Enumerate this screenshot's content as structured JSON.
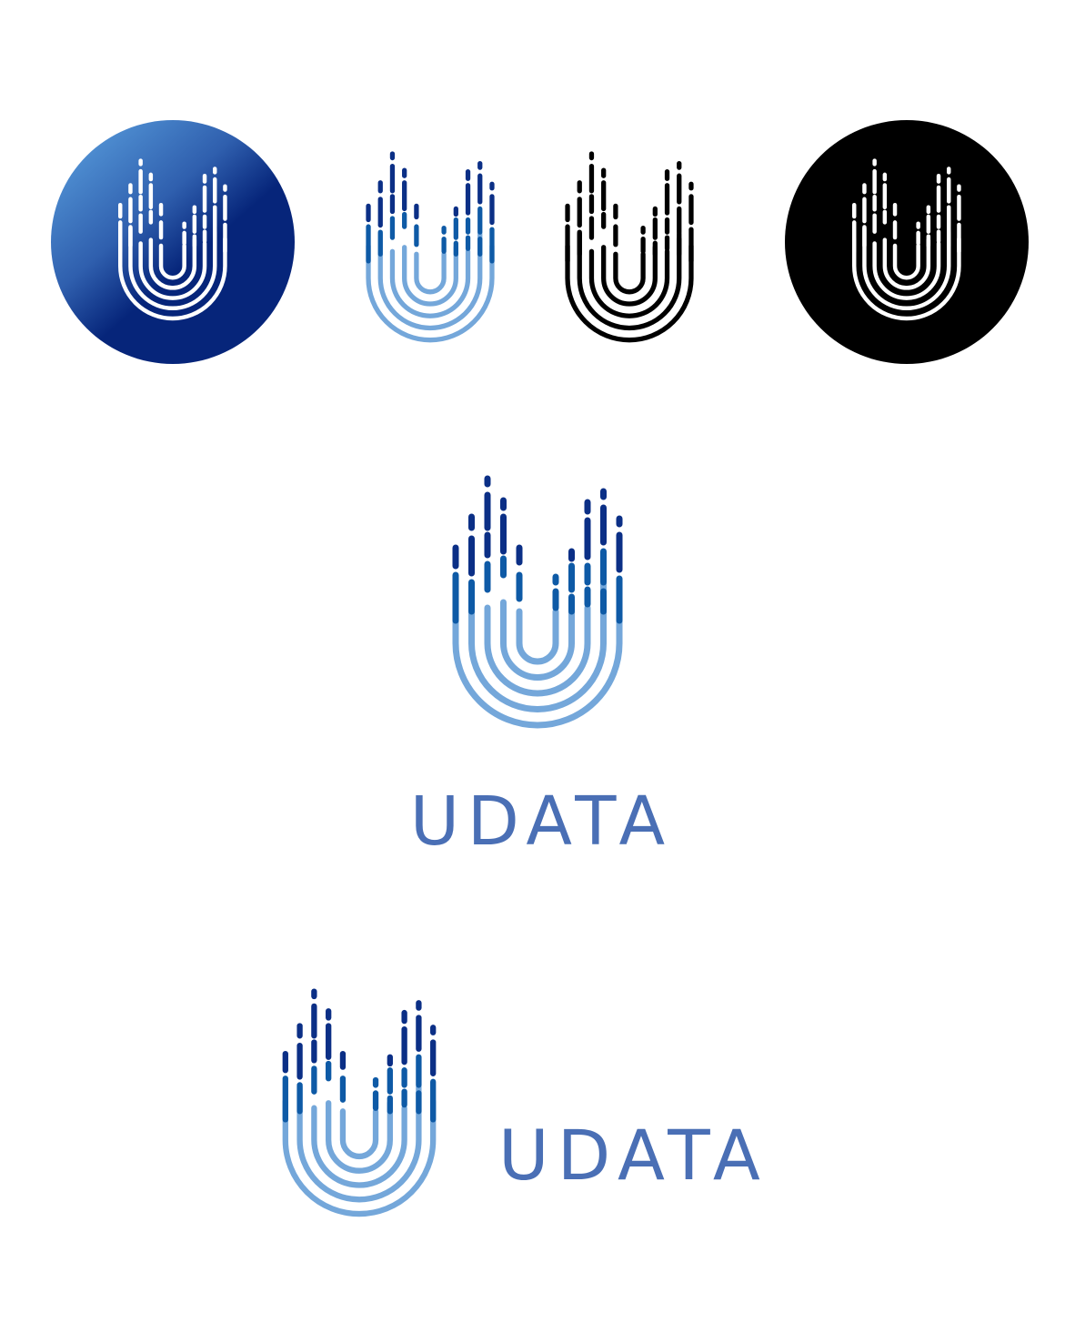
{
  "brand": {
    "wordmark": "UDATA"
  },
  "colors": {
    "background": "#ffffff",
    "tick_dark": "#0b2f86",
    "tick_mid": "#0e5aa6",
    "arc_light": "#74a7da",
    "wordmark": "#4a6fb5",
    "badge_gradient_start": "#4f8fd2",
    "badge_gradient_end": "#06257a",
    "black": "#000000",
    "white": "#ffffff"
  },
  "variants": [
    {
      "name": "gradient-badge",
      "background": "circle-gradient",
      "mark_color": "white"
    },
    {
      "name": "color-mark",
      "background": "none",
      "mark_color": "multicolor"
    },
    {
      "name": "black-mark",
      "background": "none",
      "mark_color": "black"
    },
    {
      "name": "black-badge",
      "background": "circle-black",
      "mark_color": "white"
    },
    {
      "name": "stacked-lockup",
      "background": "none",
      "mark_color": "multicolor",
      "wordmark_position": "below"
    },
    {
      "name": "horizontal-lockup",
      "background": "none",
      "mark_color": "multicolor",
      "wordmark_position": "right"
    }
  ]
}
